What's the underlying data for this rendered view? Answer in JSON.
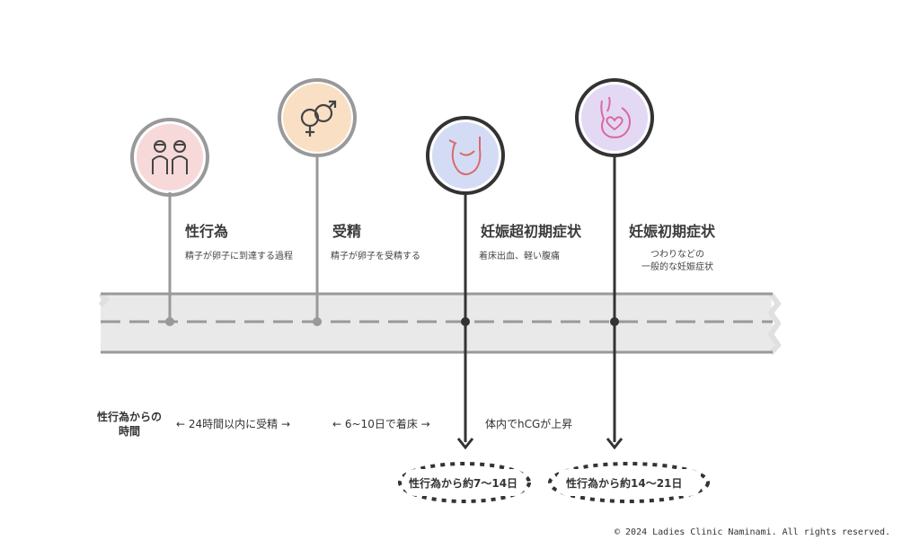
{
  "stages": [
    {
      "icon": "couple-icon",
      "title": "性行為",
      "description": "精子が卵子に到達する過程",
      "accent": "#f4b7b7"
    },
    {
      "icon": "gender-symbols-icon",
      "title": "受精",
      "description": "精子が卵子を受精する",
      "accent": "#f7c99a"
    },
    {
      "icon": "uterus-icon",
      "title": "妊娠超初期症状",
      "description": "着床出血、軽い腹痛",
      "accent": "#a9b8ec"
    },
    {
      "icon": "pregnant-belly-icon",
      "title": "妊娠初期症状",
      "description": "つわりなどの\n一般的な妊娠症状",
      "accent": "#c7b2ec"
    }
  ],
  "timeline": {
    "side_label": "性行為からの\n時間",
    "intervals": [
      "← 24時間以内に受精 →",
      "← 6~10日で着床 →",
      "体内でhCGが上昇"
    ]
  },
  "badges": [
    "性行為から約7〜14日",
    "性行為から約14〜21日"
  ],
  "footer": {
    "copyright": "© 2024 Ladies Clinic Naminami. All rights reserved."
  },
  "colors": {
    "line": "#999999",
    "dark": "#333333",
    "band": "#e9e9e9"
  }
}
